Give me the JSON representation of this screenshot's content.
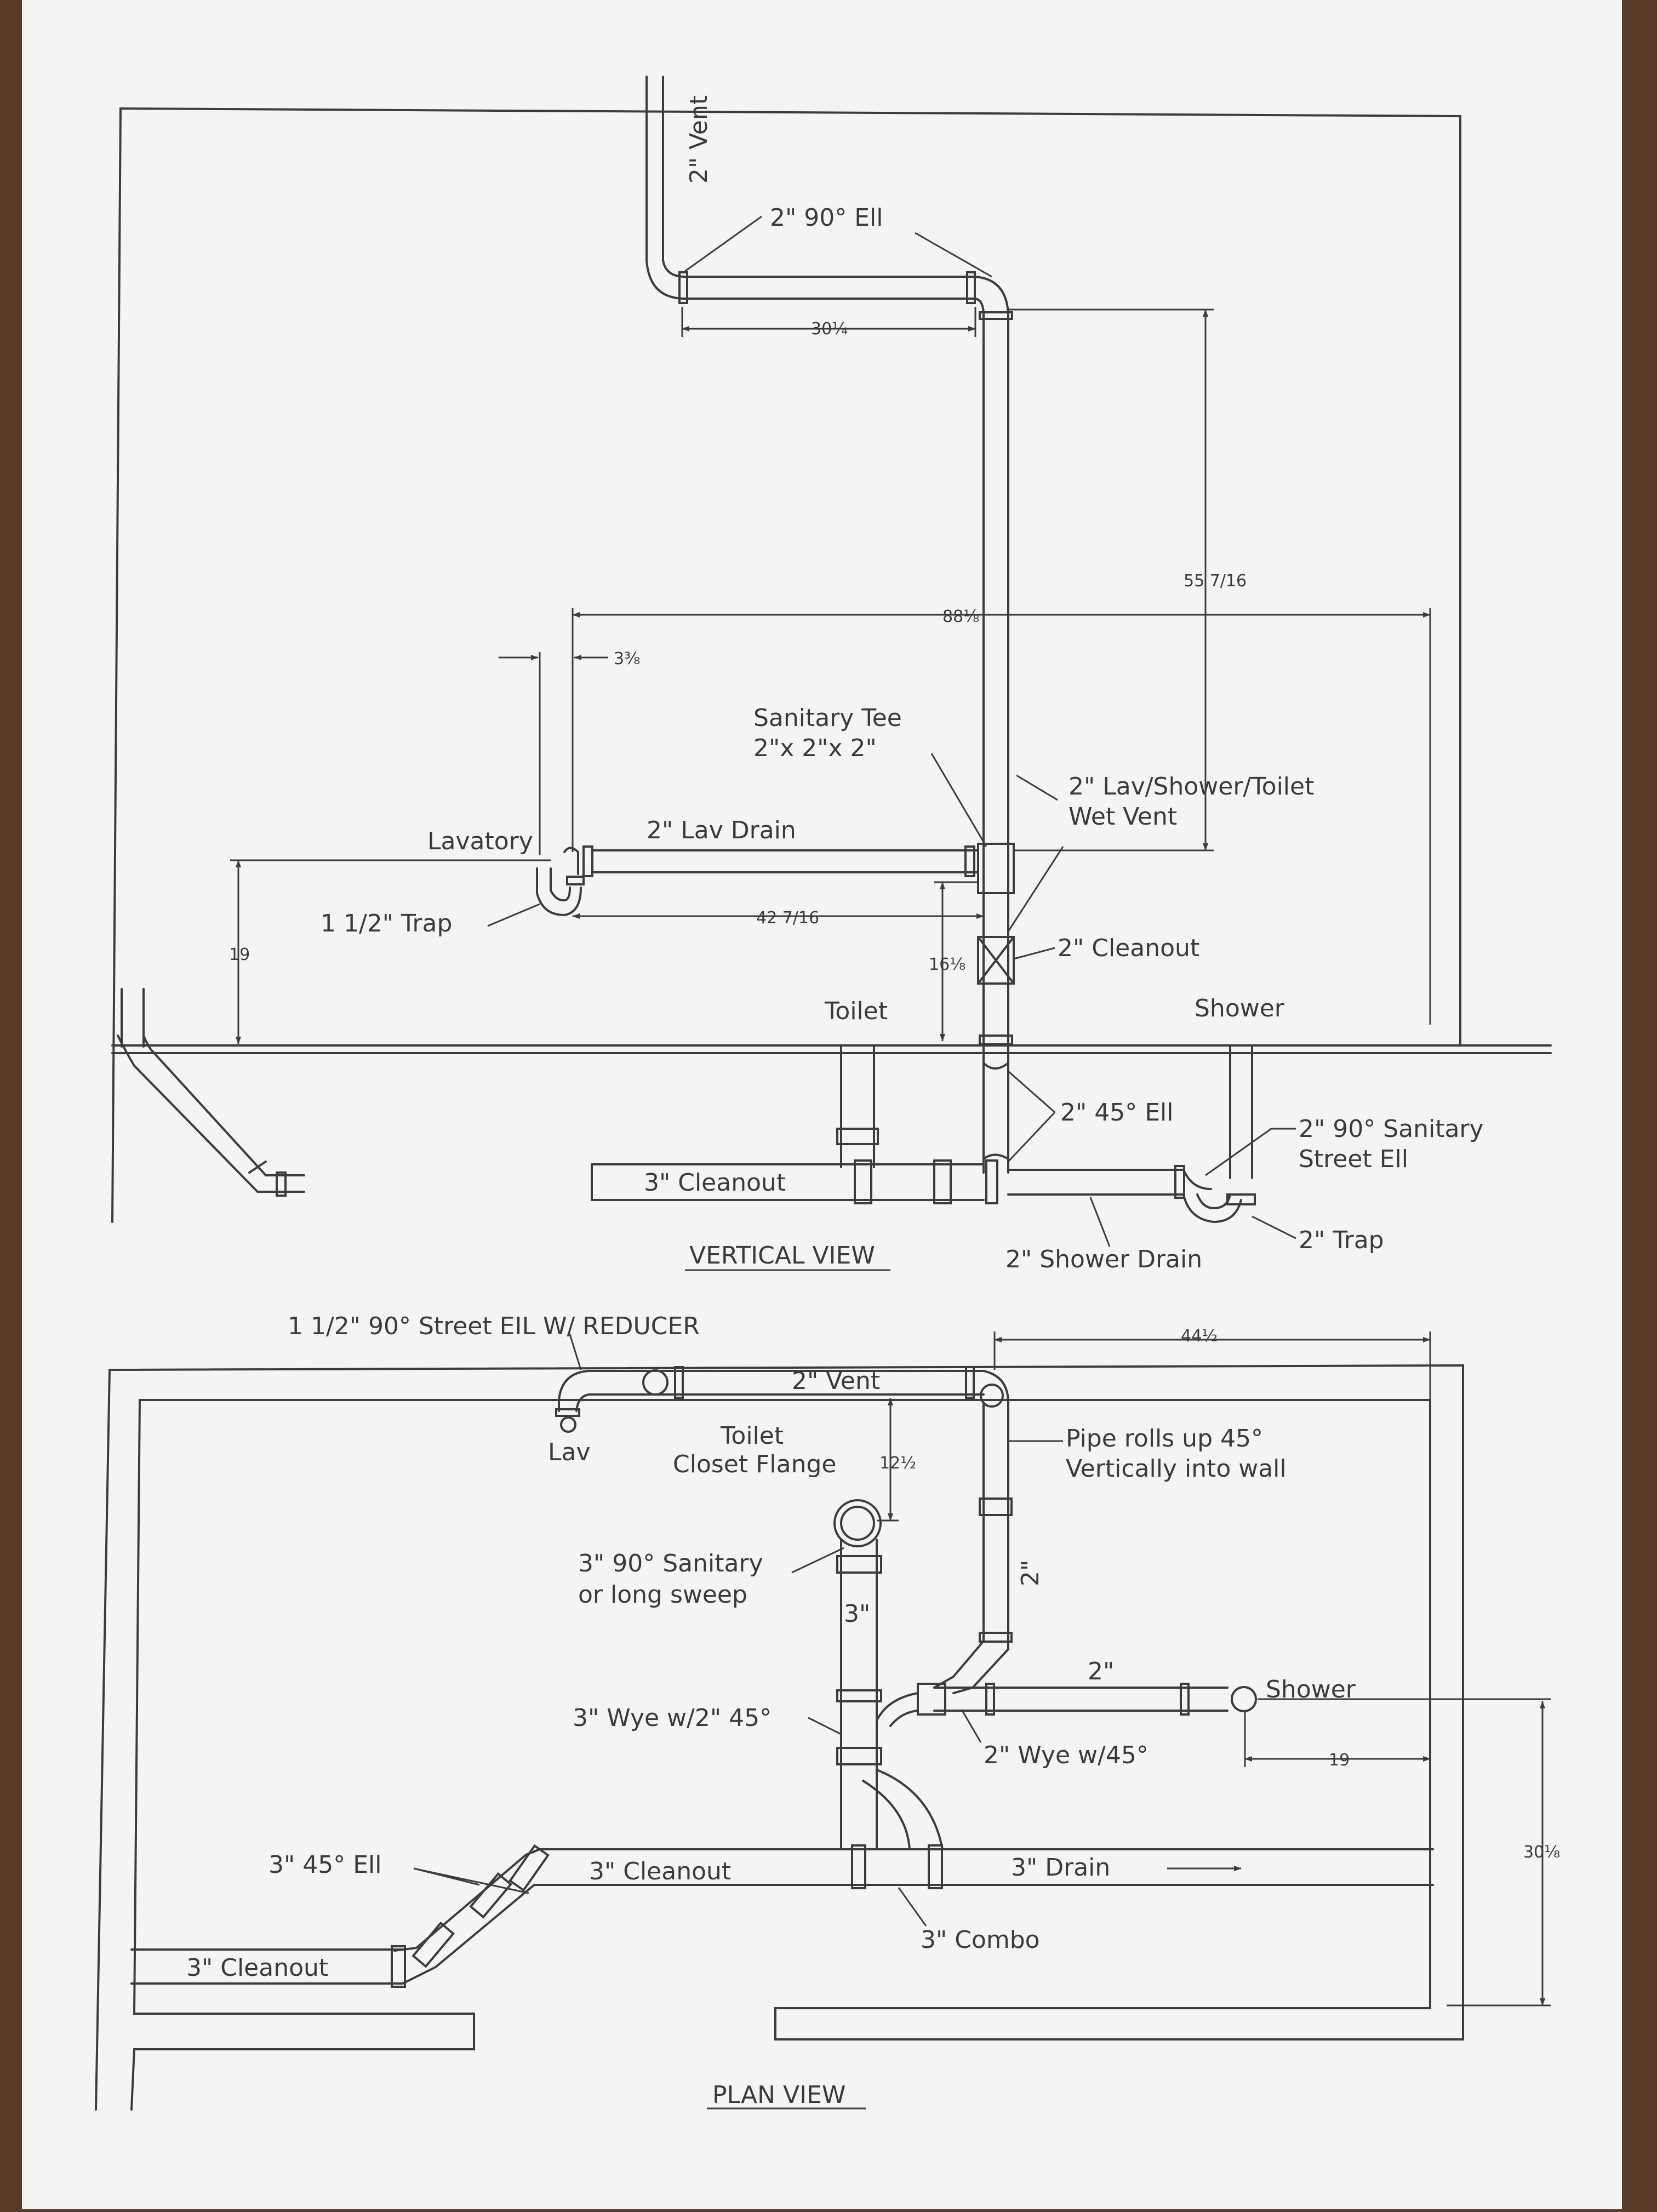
{
  "colors": {
    "paper": "#f4f4f2",
    "ink": "#3c3c3c",
    "desk": "#5a3a28"
  },
  "vertical_view": {
    "title": "VERTICAL VIEW",
    "labels": {
      "vent": "2\" Vent",
      "ell_90": "2\" 90° Ell",
      "sanitary_tee_1": "Sanitary Tee",
      "sanitary_tee_2": "2\"x 2\"x 2\"",
      "wet_vent_1": "2\" Lav/Shower/Toilet",
      "wet_vent_2": "Wet Vent",
      "lavatory": "Lavatory",
      "lav_drain": "2\" Lav Drain",
      "trap_lav": "1 1/2\" Trap",
      "cleanout_2": "2\" Cleanout",
      "toilet": "Toilet",
      "shower": "Shower",
      "ell_45": "2\" 45° Ell",
      "street_ell_1": "2\" 90° Sanitary",
      "street_ell_2": "Street Ell",
      "cleanout_3": "3\" Cleanout",
      "trap_2": "2\" Trap",
      "shower_drain": "2\" Shower Drain"
    },
    "dims": {
      "d30": "30¼",
      "d55": "55 7/16",
      "d88": "88⅛",
      "d3": "3⅜",
      "d42": "42 7/16",
      "d16": "16⅛",
      "d19": "19"
    }
  },
  "plan_view": {
    "title": "PLAN VIEW",
    "labels": {
      "street_ell": "1 1/2\" 90° Street EIL W/ REDUCER",
      "vent": "2\" Vent",
      "lav": "Lav",
      "toilet_1": "Toilet",
      "toilet_2": "Closet Flange",
      "rolls_1": "Pipe rolls up 45°",
      "rolls_2": "Vertically into wall",
      "sanitary_1": "3\" 90° Sanitary",
      "sanitary_2": "or long sweep",
      "pipe_3": "3\"",
      "pipe_2v": "2\"",
      "pipe_2h": "2\"",
      "shower": "Shower",
      "wye_3": "3\" Wye w/2\" 45°",
      "wye_2": "2\" Wye w/45°",
      "ell_45": "3\" 45° Ell",
      "cleanout_mid": "3\" Cleanout",
      "drain": "3\" Drain",
      "combo": "3\" Combo",
      "cleanout_left": "3\" Cleanout"
    },
    "dims": {
      "d44": "44½",
      "d12": "12½",
      "d19": "19",
      "d30": "30⅛"
    }
  }
}
